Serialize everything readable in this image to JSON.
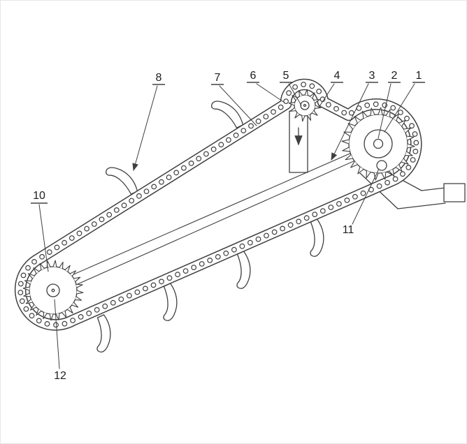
{
  "diagram": {
    "background": "#ffffff",
    "line_color": "#3f3f3f",
    "label_color": "#1c1c1c",
    "callouts": [
      {
        "label": "1"
      },
      {
        "label": "2"
      },
      {
        "label": "3"
      },
      {
        "label": "4"
      },
      {
        "label": "5"
      },
      {
        "label": "6"
      },
      {
        "label": "7"
      },
      {
        "label": "8"
      },
      {
        "label": "10"
      },
      {
        "label": "11"
      },
      {
        "label": "12"
      }
    ]
  }
}
